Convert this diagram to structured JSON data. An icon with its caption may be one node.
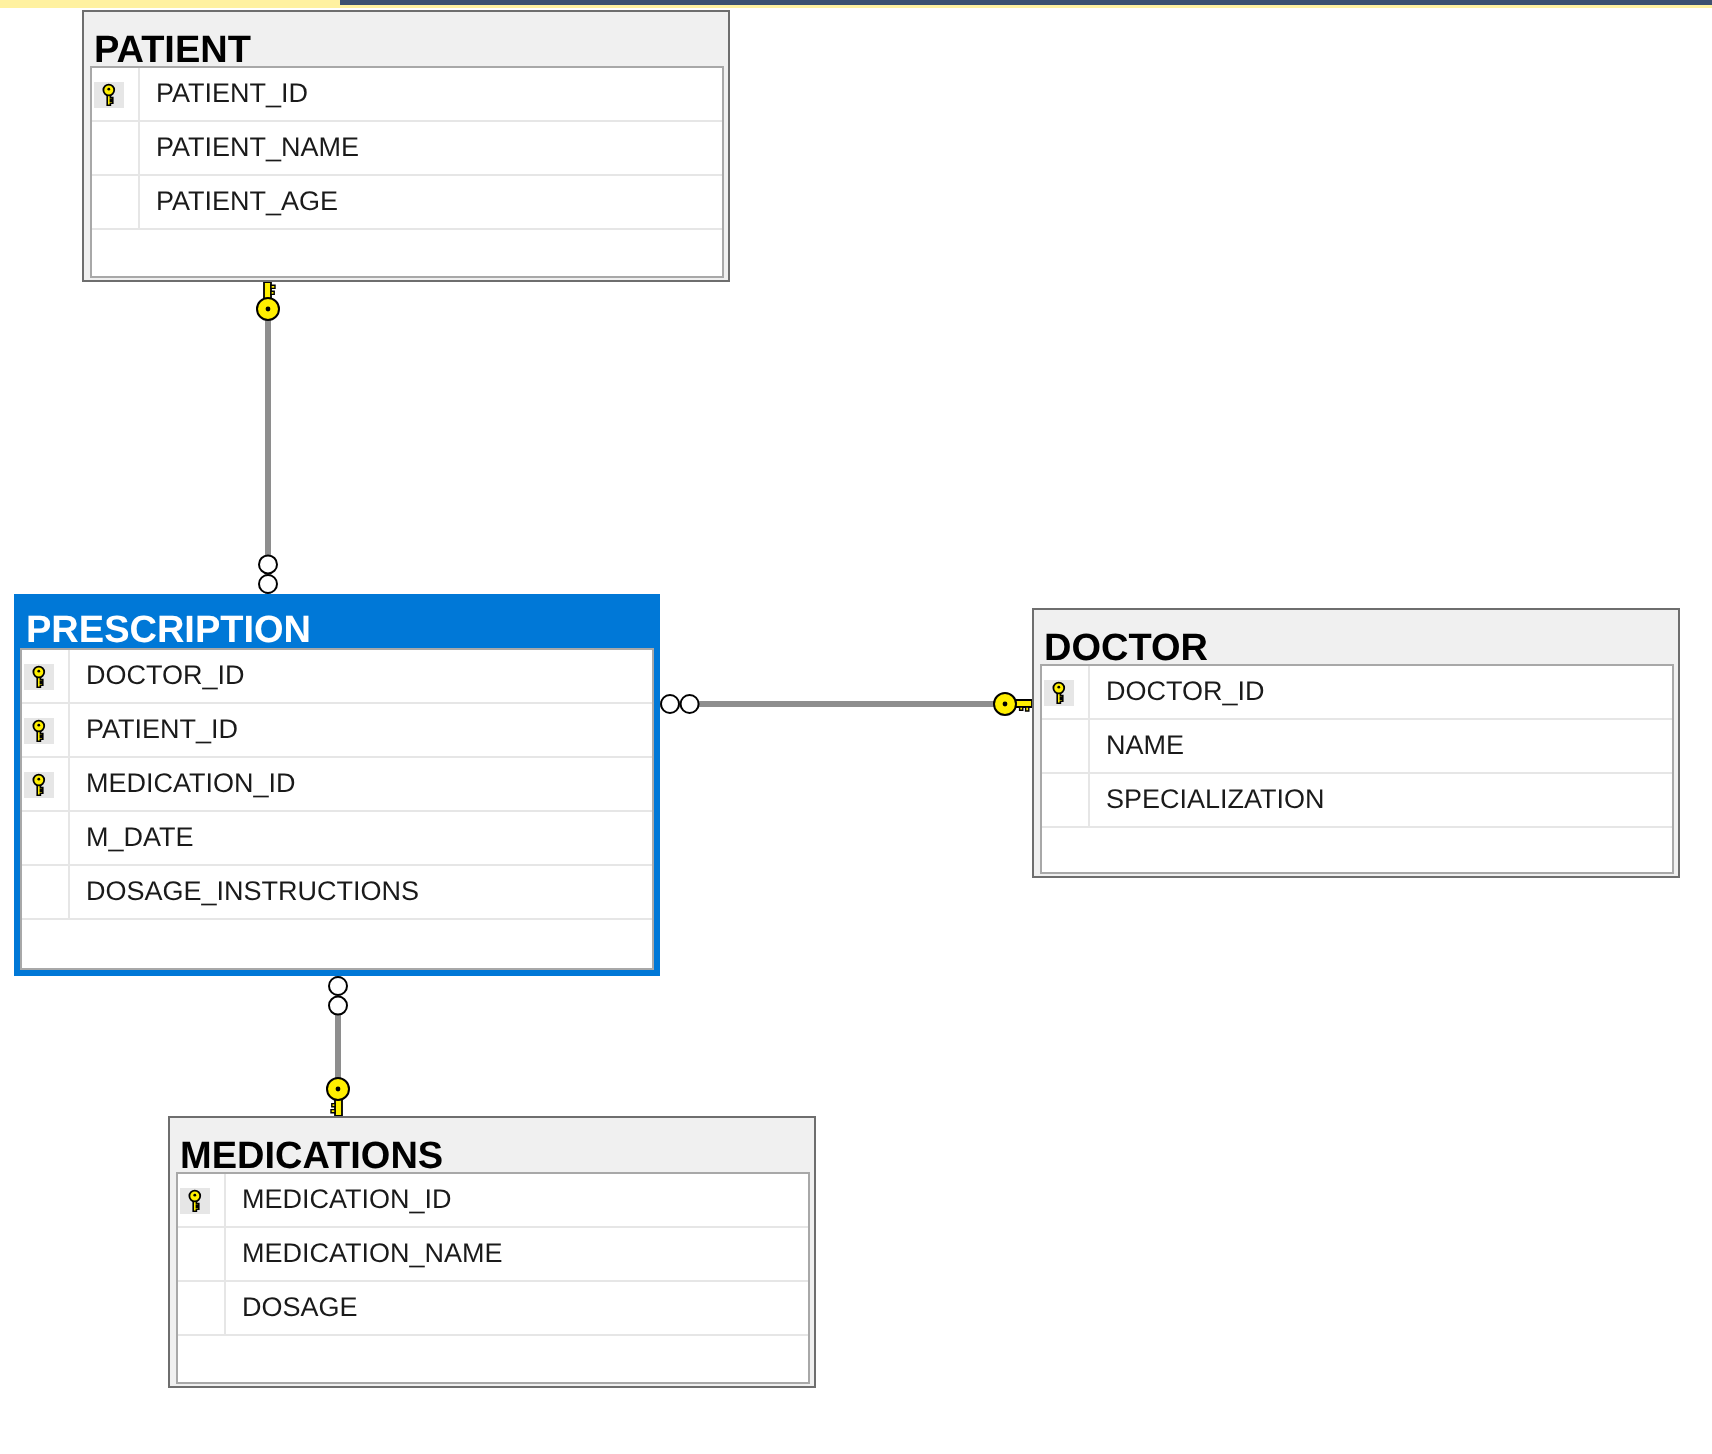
{
  "diagram": {
    "nodes": [
      {
        "text": [
          "PATIENT"
        ]
      },
      {
        "text": [
          "PATIENT_ID"
        ],
        "in": 0
      },
      {
        "text": [
          "PATIENT_NAME"
        ],
        "in": 0
      },
      {
        "text": [
          "PATIENT_AGE"
        ],
        "in": 0
      },
      {
        "text": [
          "PRESCRIPTION"
        ]
      },
      {
        "text": [
          "DOCTOR_ID"
        ],
        "in": 4
      },
      {
        "text": [
          "PATIENT_ID"
        ],
        "in": 4
      },
      {
        "text": [
          "MEDICATION_ID"
        ],
        "in": 4
      },
      {
        "text": [
          "M_DATE"
        ],
        "in": 4
      },
      {
        "text": [
          "DOSAGE_INSTRUCTIONS"
        ],
        "in": 4
      },
      {
        "text": [
          "DOCTOR"
        ]
      },
      {
        "text": [
          "DOCTOR_ID"
        ],
        "in": 10
      },
      {
        "text": [
          "NAME"
        ],
        "in": 10
      },
      {
        "text": [
          "SPECIALIZATION"
        ],
        "in": 10
      },
      {
        "text": [
          "MEDICATIONS"
        ]
      },
      {
        "text": [
          "MEDICATION_ID"
        ],
        "in": 14
      },
      {
        "text": [
          "MEDICATION_NAME"
        ],
        "in": 14
      },
      {
        "text": [
          "DOSAGE"
        ],
        "in": 14
      }
    ],
    "edges": [
      {
        "from": 0,
        "to": 4,
        "arrow": "other"
      },
      {
        "from": 10,
        "to": 4,
        "arrow": "other"
      },
      {
        "from": 14,
        "to": 4,
        "arrow": "other"
      }
    ]
  }
}
